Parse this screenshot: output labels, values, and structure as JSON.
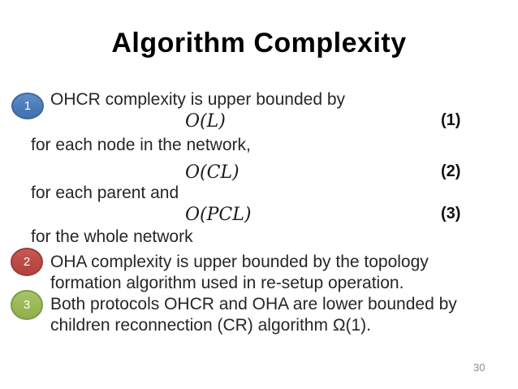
{
  "slide": {
    "title": "Algorithm Complexity",
    "page_number": "30"
  },
  "colors": {
    "badge_blue": "#4a7bb8",
    "badge_blue_border": "#3c67a2",
    "badge_red": "#bb4945",
    "badge_red_border": "#9c3d3a",
    "badge_green": "#9ab953",
    "badge_green_border": "#7d9b48",
    "body_text": "#262626",
    "title_text": "#000000",
    "page_number_gray": "#8c8c8c"
  },
  "bullets": [
    {
      "badge": "1",
      "text": "OHCR complexity is upper bounded by",
      "equations": [
        {
          "formula": "𝒪(L)",
          "number": "(1)",
          "caption": "for each node in the network,"
        },
        {
          "formula": "𝒪(CL)",
          "number": "(2)",
          "caption": "for each parent and"
        },
        {
          "formula": "𝒪(PCL)",
          "number": "(3)",
          "caption": "for the whole network"
        }
      ]
    },
    {
      "badge": "2",
      "lines": [
        "OHA complexity is upper bounded by the topology",
        "formation algorithm used in re-setup operation."
      ]
    },
    {
      "badge": "3",
      "lines": [
        "Both protocols OHCR and OHA are lower bounded by",
        "children reconnection (CR) algorithm Ω(1)."
      ]
    }
  ]
}
